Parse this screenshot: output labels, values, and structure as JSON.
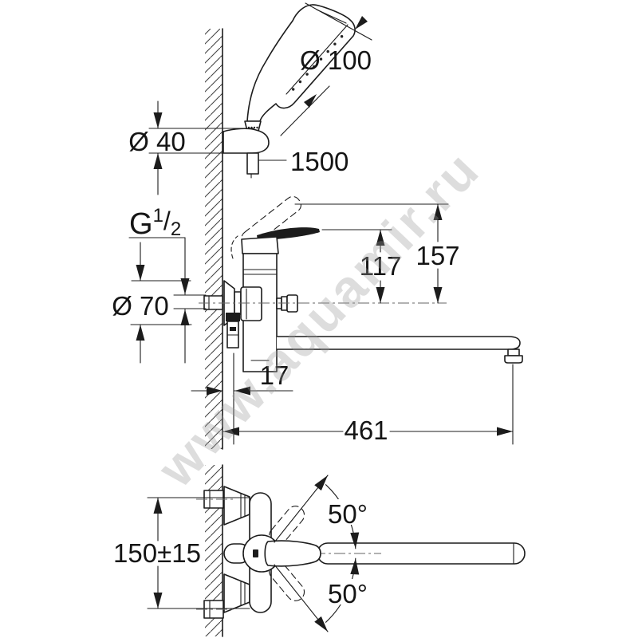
{
  "colors": {
    "line": "#1c1c1c",
    "watermark": "#9a9a9a",
    "background": "#ffffff"
  },
  "drawing": {
    "watermark": "www.aquamir.ru",
    "side_view": {
      "shower_head_diameter": "Ø 100",
      "holder_diameter": "Ø 40",
      "hose_length": "1500",
      "thread": {
        "g": "G",
        "num": "1",
        "slash": "/",
        "den": "2"
      },
      "escutcheon_diameter": "Ø 70",
      "spout_to_handle_top": "117",
      "lever_top_height": "157",
      "wall_to_outlet": "17",
      "spout_reach": "461"
    },
    "plan_view": {
      "connection_centers": "150±15",
      "swivel_angle_up": "50°",
      "swivel_angle_down": "50°"
    }
  }
}
